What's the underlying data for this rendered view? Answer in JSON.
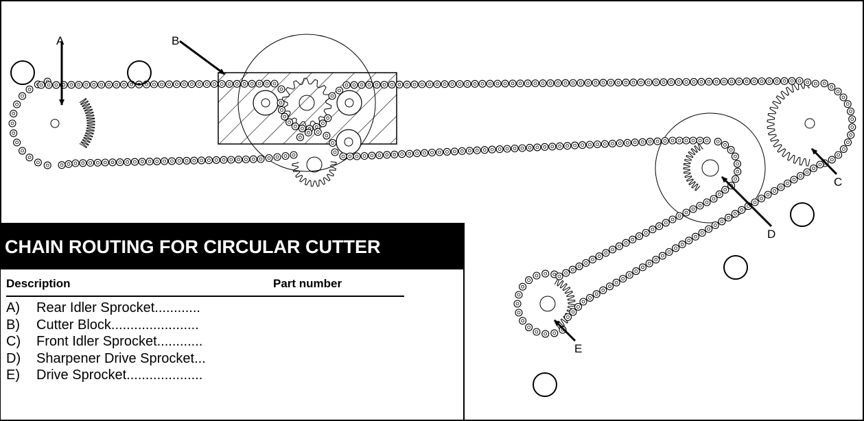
{
  "title": "CHAIN ROUTING FOR CIRCULAR CUTTER",
  "legend": {
    "description_header": "Description",
    "part_number_header": "Part number",
    "items": [
      {
        "key": "A)",
        "text": "Rear Idler Sprocket............"
      },
      {
        "key": "B)",
        "text": "Cutter Block......................."
      },
      {
        "key": "C)",
        "text": "Front Idler Sprocket............"
      },
      {
        "key": "D)",
        "text": "Sharpener Drive Sprocket..."
      },
      {
        "key": "E)",
        "text": "Drive Sprocket...................."
      }
    ]
  },
  "callouts": {
    "a": "A",
    "b": "B",
    "c": "C",
    "d": "D",
    "e": "E"
  },
  "colors": {
    "line": "#000000",
    "background": "#ffffff"
  }
}
